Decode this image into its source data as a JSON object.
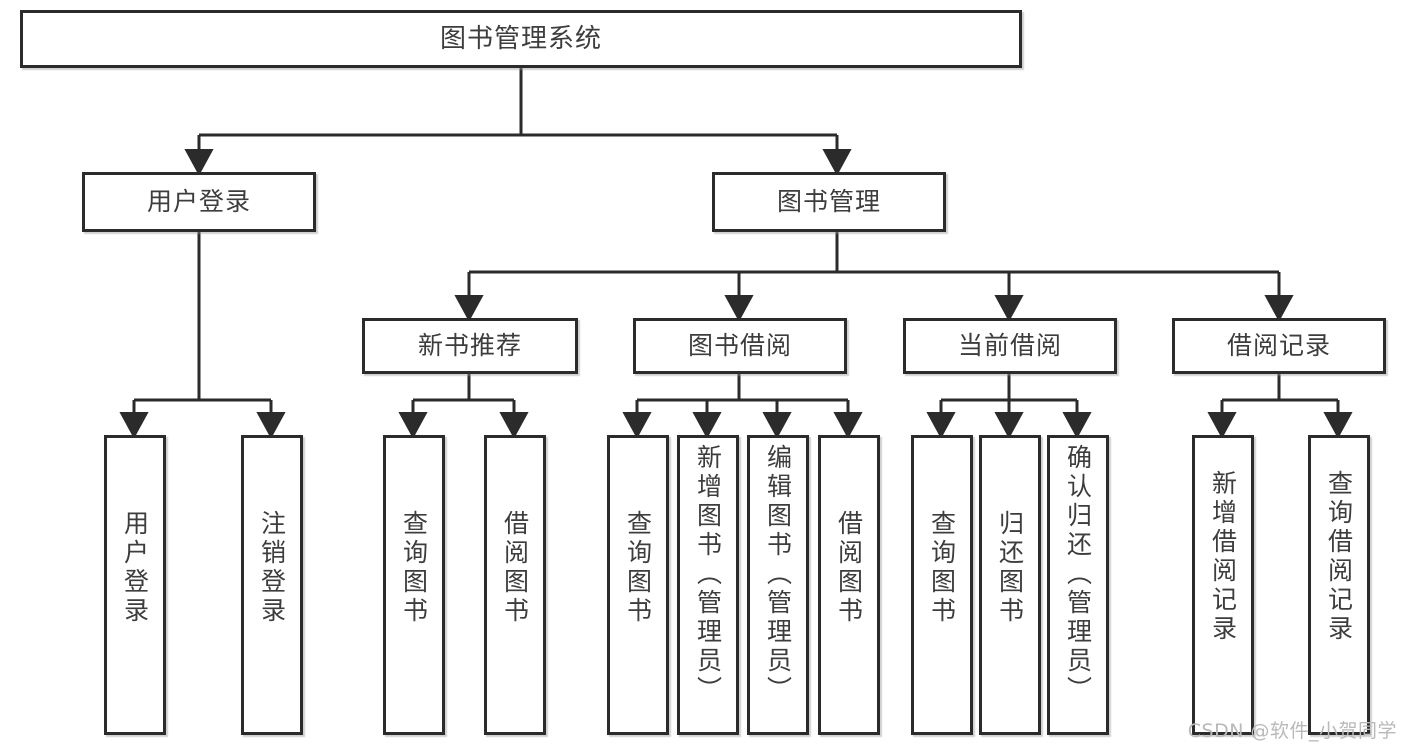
{
  "diagram": {
    "title": "图书管理系统",
    "type": "tree-hierarchy",
    "watermark": "CSDN @软件_小贺同学",
    "colors": {
      "box_border": "#2b2b2b",
      "box_fill": "#ffffff",
      "text": "#3d3d3d",
      "edge": "#2b2b2b",
      "watermark": "#b9b9b9",
      "background": "#ffffff"
    },
    "root": {
      "id": "root",
      "label": "图书管理系统"
    },
    "level2": [
      {
        "id": "n-user-login",
        "label": "用户登录"
      },
      {
        "id": "n-book-mgmt",
        "label": "图书管理"
      }
    ],
    "level3": [
      {
        "id": "n-new-book-rec",
        "label": "新书推荐",
        "parent": "n-book-mgmt"
      },
      {
        "id": "n-book-borrow",
        "label": "图书借阅",
        "parent": "n-book-mgmt"
      },
      {
        "id": "n-current-borrow",
        "label": "当前借阅",
        "parent": "n-book-mgmt"
      },
      {
        "id": "n-borrow-record",
        "label": "借阅记录",
        "parent": "n-book-mgmt"
      }
    ],
    "leaves": [
      {
        "id": "leaf-user-login",
        "label": "用户登录",
        "parent": "n-user-login"
      },
      {
        "id": "leaf-logout",
        "label": "注销登录",
        "parent": "n-user-login"
      },
      {
        "id": "leaf-query-book-1",
        "label": "查询图书",
        "parent": "n-new-book-rec"
      },
      {
        "id": "leaf-borrow-book-1",
        "label": "借阅图书",
        "parent": "n-new-book-rec"
      },
      {
        "id": "leaf-query-book-2",
        "label": "查询图书",
        "parent": "n-book-borrow"
      },
      {
        "id": "leaf-add-book",
        "label": "新增图书（管理员）",
        "parent": "n-book-borrow"
      },
      {
        "id": "leaf-edit-book",
        "label": "编辑图书（管理员）",
        "parent": "n-book-borrow"
      },
      {
        "id": "leaf-borrow-book-2",
        "label": "借阅图书",
        "parent": "n-book-borrow"
      },
      {
        "id": "leaf-query-book-3",
        "label": "查询图书",
        "parent": "n-current-borrow"
      },
      {
        "id": "leaf-return-book",
        "label": "归还图书",
        "parent": "n-current-borrow"
      },
      {
        "id": "leaf-confirm-return",
        "label": "确认归还（管理员）",
        "parent": "n-current-borrow"
      },
      {
        "id": "leaf-add-record",
        "label": "新增借阅记录",
        "parent": "n-borrow-record"
      },
      {
        "id": "leaf-query-record",
        "label": "查询借阅记录",
        "parent": "n-borrow-record"
      }
    ]
  }
}
